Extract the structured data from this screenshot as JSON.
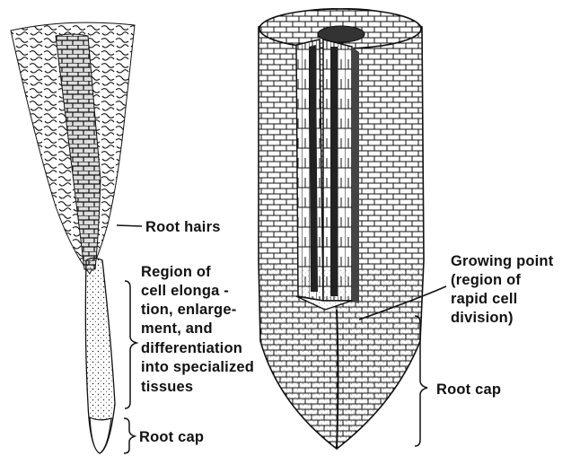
{
  "labels": {
    "root_hairs": "Root hairs",
    "region": [
      "Region of",
      "cell elonga -",
      "tion, enlarge-",
      "ment, and",
      "differentiation",
      "into specialized",
      "tissues"
    ],
    "root_cap_left": "Root cap",
    "growing_point": [
      "Growing point",
      "(region of",
      "rapid cell",
      "division)"
    ],
    "root_cap_right": "Root cap"
  },
  "colors": {
    "ink": "#111111",
    "paper": "#ffffff"
  }
}
